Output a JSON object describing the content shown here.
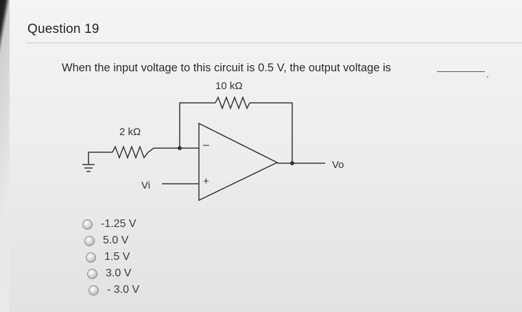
{
  "question": {
    "header": "Question 19",
    "prompt": "When the input voltage to this circuit is 0.5 V, the output voltage is",
    "blank_suffix": "."
  },
  "circuit": {
    "feedback_resistor": "10 kΩ",
    "input_resistor": "2 kΩ",
    "inverting_symbol": "–",
    "noninverting_symbol": "+",
    "input_label": "Vi",
    "output_label": "Vo"
  },
  "options": [
    {
      "label": "-1.25 V"
    },
    {
      "label": "5.0 V"
    },
    {
      "label": "1.5 V"
    },
    {
      "label": "3.0 V"
    },
    {
      "label": "- 3.0 V"
    }
  ]
}
